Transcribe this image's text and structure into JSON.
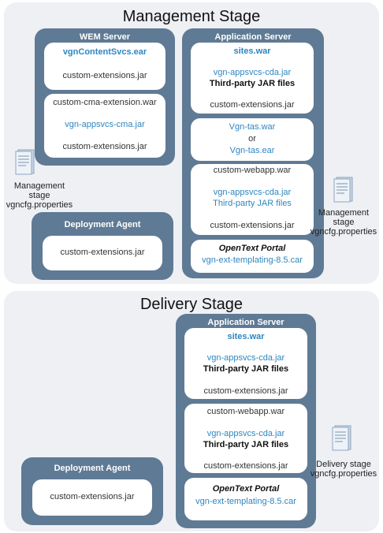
{
  "management": {
    "title": "Management Stage",
    "wem_server": {
      "title": "WEM Server",
      "panel1": [
        "vgnContentSvcs.ear",
        "custom-extensions.jar"
      ],
      "panel2": [
        "custom-cma-extension.war",
        "vgn-appsvcs-cma.jar",
        "custom-extensions.jar"
      ]
    },
    "deployment_agent": {
      "title": "Deployment Agent",
      "panel": [
        "custom-extensions.jar"
      ]
    },
    "app_server": {
      "title": "Application Server",
      "panel1": [
        "sites.war",
        "vgn-appsvcs-cda.jar",
        "Third-party JAR files",
        "custom-extensions.jar"
      ],
      "panel2": [
        "Vgn-tas.war",
        "or",
        "Vgn-tas.ear"
      ],
      "panel3": [
        "custom-webapp.war",
        "vgn-appsvcs-cda.jar",
        "Third-party JAR files",
        "custom-extensions.jar"
      ],
      "panel4": [
        "OpenText Portal",
        "vgn-ext-templating-8.5.car"
      ]
    },
    "left_doc": [
      "Management",
      "stage",
      "vgncfg.properties"
    ],
    "right_doc": [
      "Management",
      "stage",
      "vgncfg.properties"
    ]
  },
  "delivery": {
    "title": "Delivery Stage",
    "deployment_agent": {
      "title": "Deployment Agent",
      "panel": [
        "custom-extensions.jar"
      ]
    },
    "app_server": {
      "title": "Application Server",
      "panel1": [
        "sites.war",
        "vgn-appsvcs-cda.jar",
        "Third-party JAR files",
        "custom-extensions.jar"
      ],
      "panel2": [
        "custom-webapp.war",
        "vgn-appsvcs-cda.jar",
        "Third-party JAR files",
        "custom-extensions.jar"
      ],
      "panel3": [
        "OpenText Portal",
        "vgn-ext-templating-8.5.car"
      ]
    },
    "doc": [
      "Delivery stage",
      "vgncfg.properties"
    ]
  },
  "colors": {
    "stage_bg": "#eef0f4",
    "server_bg": "#5f7a94",
    "accent_blue": "#2e86c1"
  },
  "icons": [
    "document-icon"
  ]
}
